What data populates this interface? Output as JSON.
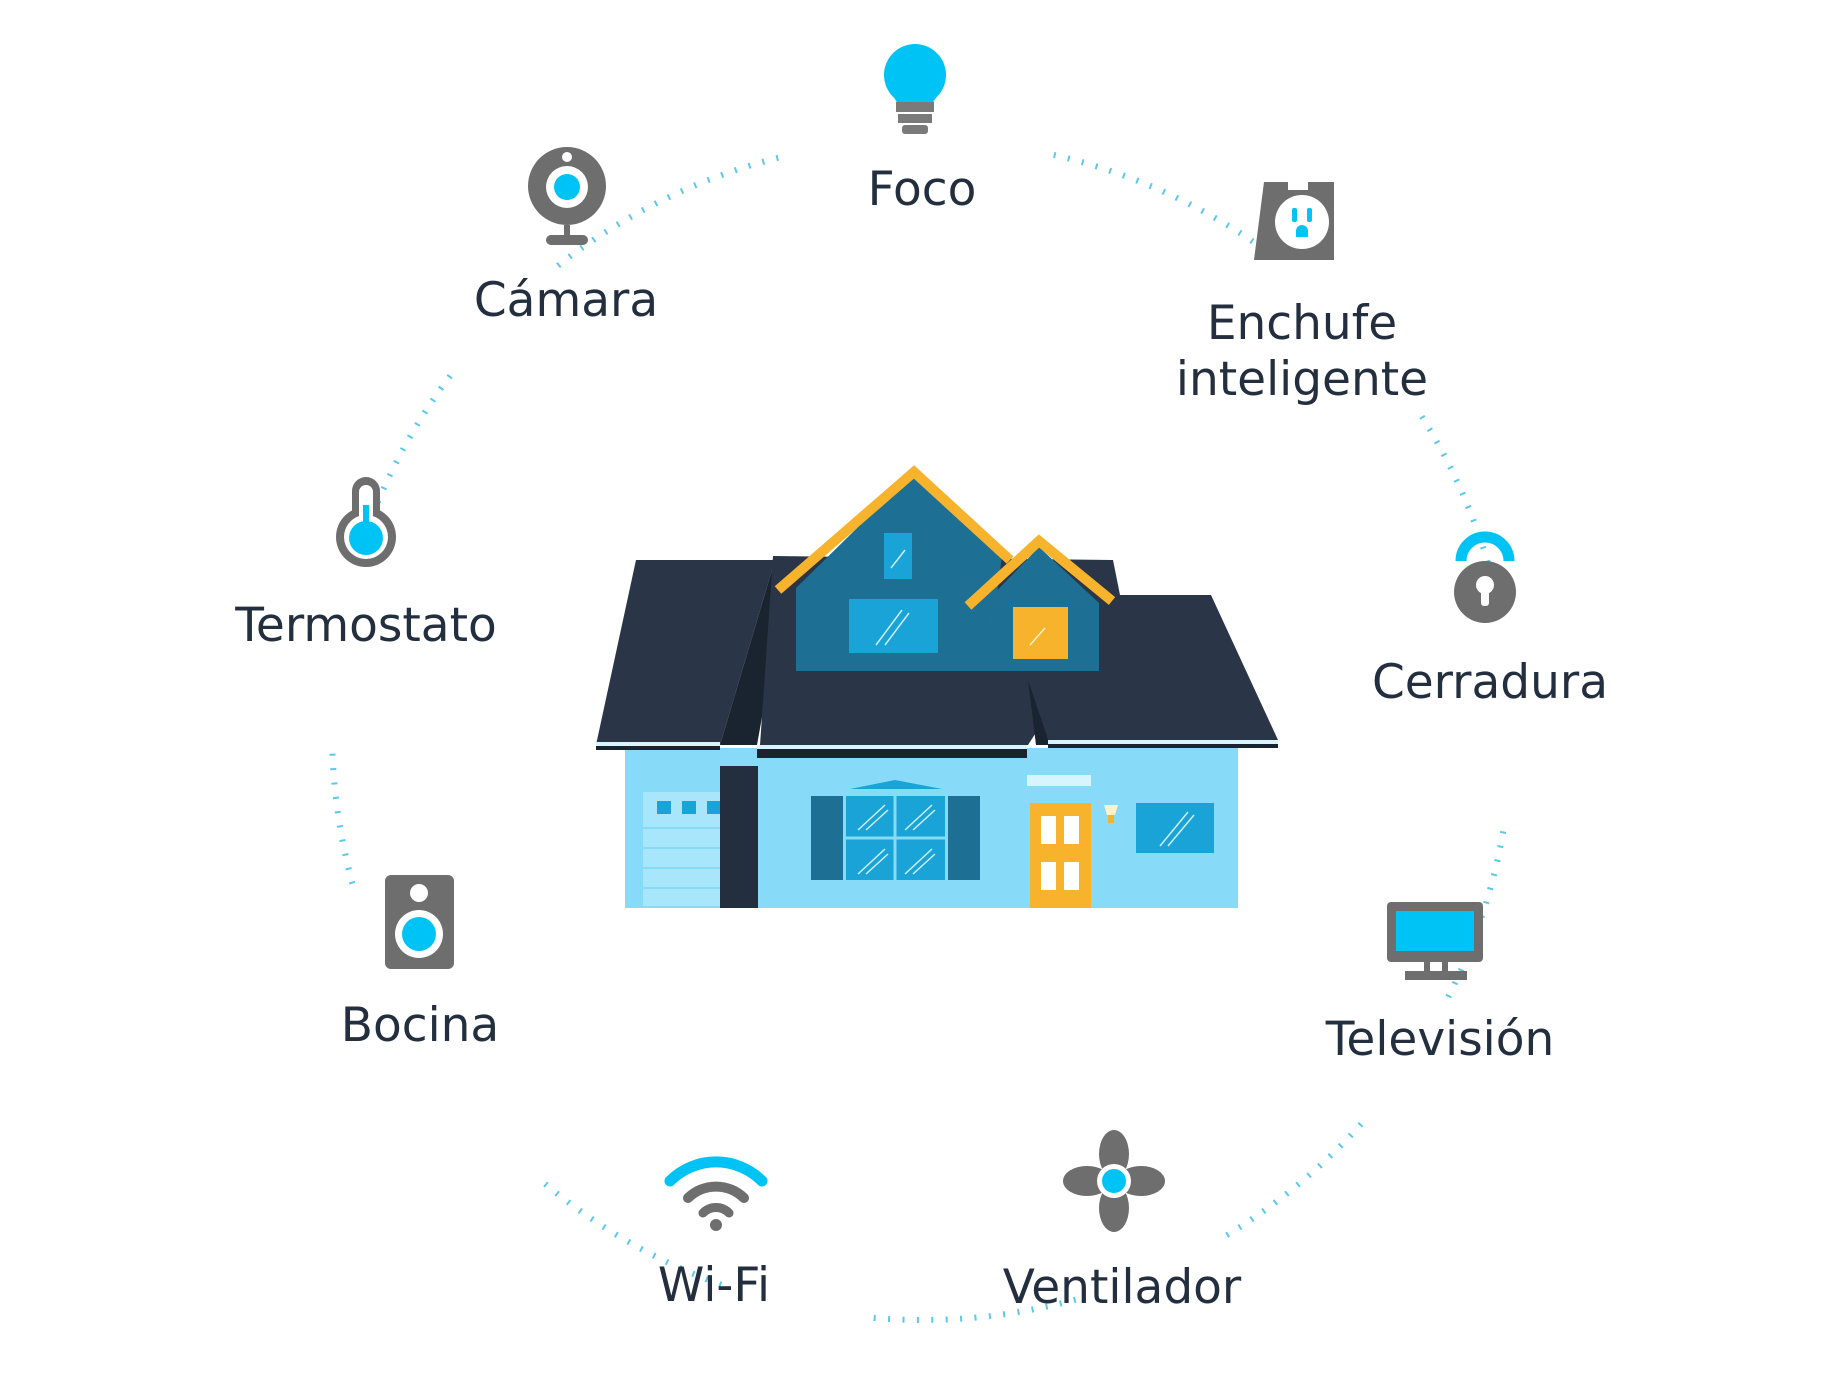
{
  "devices": [
    {
      "id": "foco",
      "label": "Foco",
      "icon": "light-bulb-icon"
    },
    {
      "id": "enchufe",
      "label": "Enchufe inteligente",
      "icon": "smart-plug-icon"
    },
    {
      "id": "cerradura",
      "label": "Cerradura",
      "icon": "padlock-icon"
    },
    {
      "id": "television",
      "label": "Televisión",
      "icon": "television-icon"
    },
    {
      "id": "ventilador",
      "label": "Ventilador",
      "icon": "fan-icon"
    },
    {
      "id": "wifi",
      "label": "Wi-Fi",
      "icon": "wifi-icon"
    },
    {
      "id": "bocina",
      "label": "Bocina",
      "icon": "speaker-icon"
    },
    {
      "id": "termostato",
      "label": "Termostato",
      "icon": "thermometer-icon"
    },
    {
      "id": "camara",
      "label": "Cámara",
      "icon": "webcam-icon"
    }
  ],
  "colors": {
    "accent": "#00c3f5",
    "icon_gray": "#6e6e6e",
    "text": "#232f3e",
    "dots": "#5bc8ec",
    "roof": "#2a3647",
    "wall": "#87dbf8",
    "gable": "#1d6f93",
    "trim": "#f7b32b",
    "door": "#f7b32b"
  }
}
